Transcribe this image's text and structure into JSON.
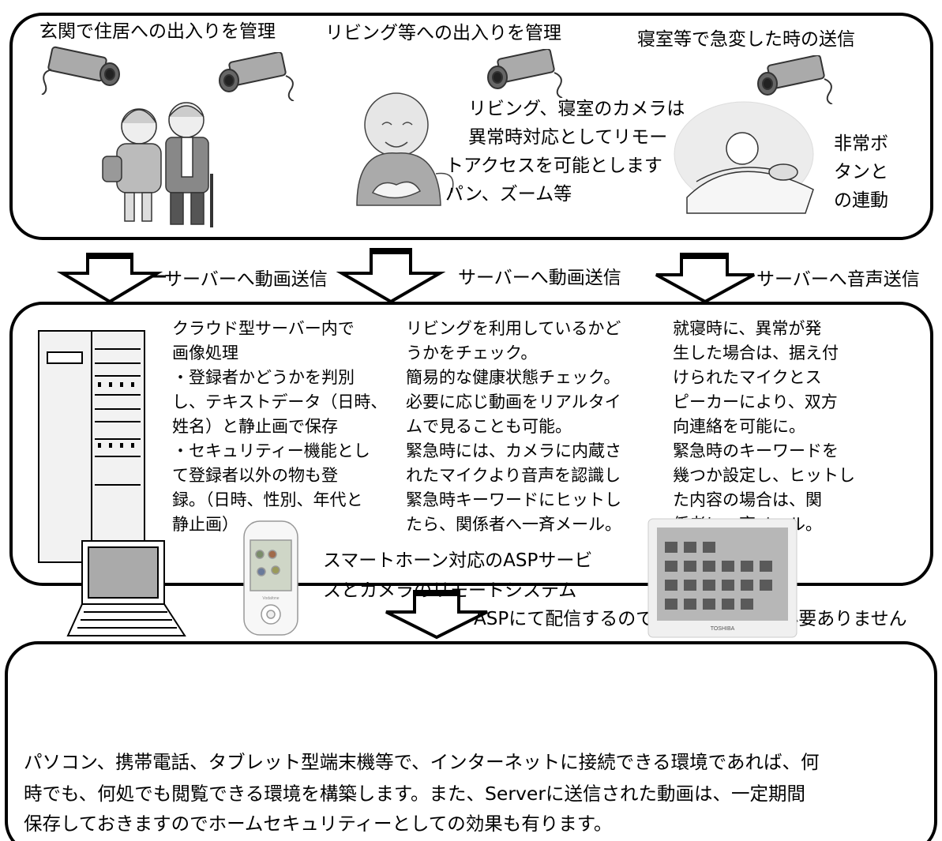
{
  "top": {
    "entrance_label": "玄関で住居への出入りを管理",
    "living_label": "リビング等への出入りを管理",
    "bedroom_label": "寝室等で急変した時の送信",
    "remote_note_lines": [
      "リビング、寝室のカメラは",
      "異常時対応としてリモー",
      "トアクセスを可能とします",
      "パン、ズーム等"
    ],
    "emergency_button_lines": [
      "非常ボ",
      "タンと",
      "の連動"
    ]
  },
  "arrows": {
    "video1": "サーバーへ動画送信",
    "video2": "サーバーへ動画送信",
    "audio": "サーバーへ音声送信",
    "asp": "ASPにて配信するので、専用ソフトは必要ありません"
  },
  "server": {
    "col1": "クラウド型サーバー内で\n画像処理\n・登録者かどうかを判別\nし、テキストデータ（日時、\n姓名）と静止画で保存\n・セキュリティー機能とし\nて登録者以外の物も登\n録。（日時、性別、年代と\n静止画）",
    "col2": "リビングを利用しているかど\nうかをチェック。\n簡易的な健康状態チェック。\n必要に応じ動画をリアルタイ\nムで見ることも可能。\n緊急時には、カメラに内蔵さ\nれたマイクより音声を認識し\n緊急時キーワードにヒットし\nたら、関係者へ一斉メール。",
    "col3": "就寝時に、異常が発\n生した場合は、据え付\nけられたマイクとス\nピーカーにより、双方\n向連絡を可能に。\n緊急時のキーワードを\n幾つか設定し、ヒットし\nた内容の場合は、関\n係者に一斉メール。"
  },
  "bottom": {
    "smartphone_lines": [
      "スマートホーン対応のASPサービ",
      "スとカメラのリモートシステム"
    ],
    "summary_lines": [
      "パソコン、携帯電話、タブレット型端末機等で、インターネットに接続できる環境であれば、何",
      "時でも、何処でも閲覧できる環境を構築します。また、Serverに送信された動画は、一定期間",
      "保存しておきますのでホームセキュリティーとしての効果も有ります。"
    ],
    "phone_brand": "Vodafone",
    "tablet_brand": "TOSHIBA"
  }
}
